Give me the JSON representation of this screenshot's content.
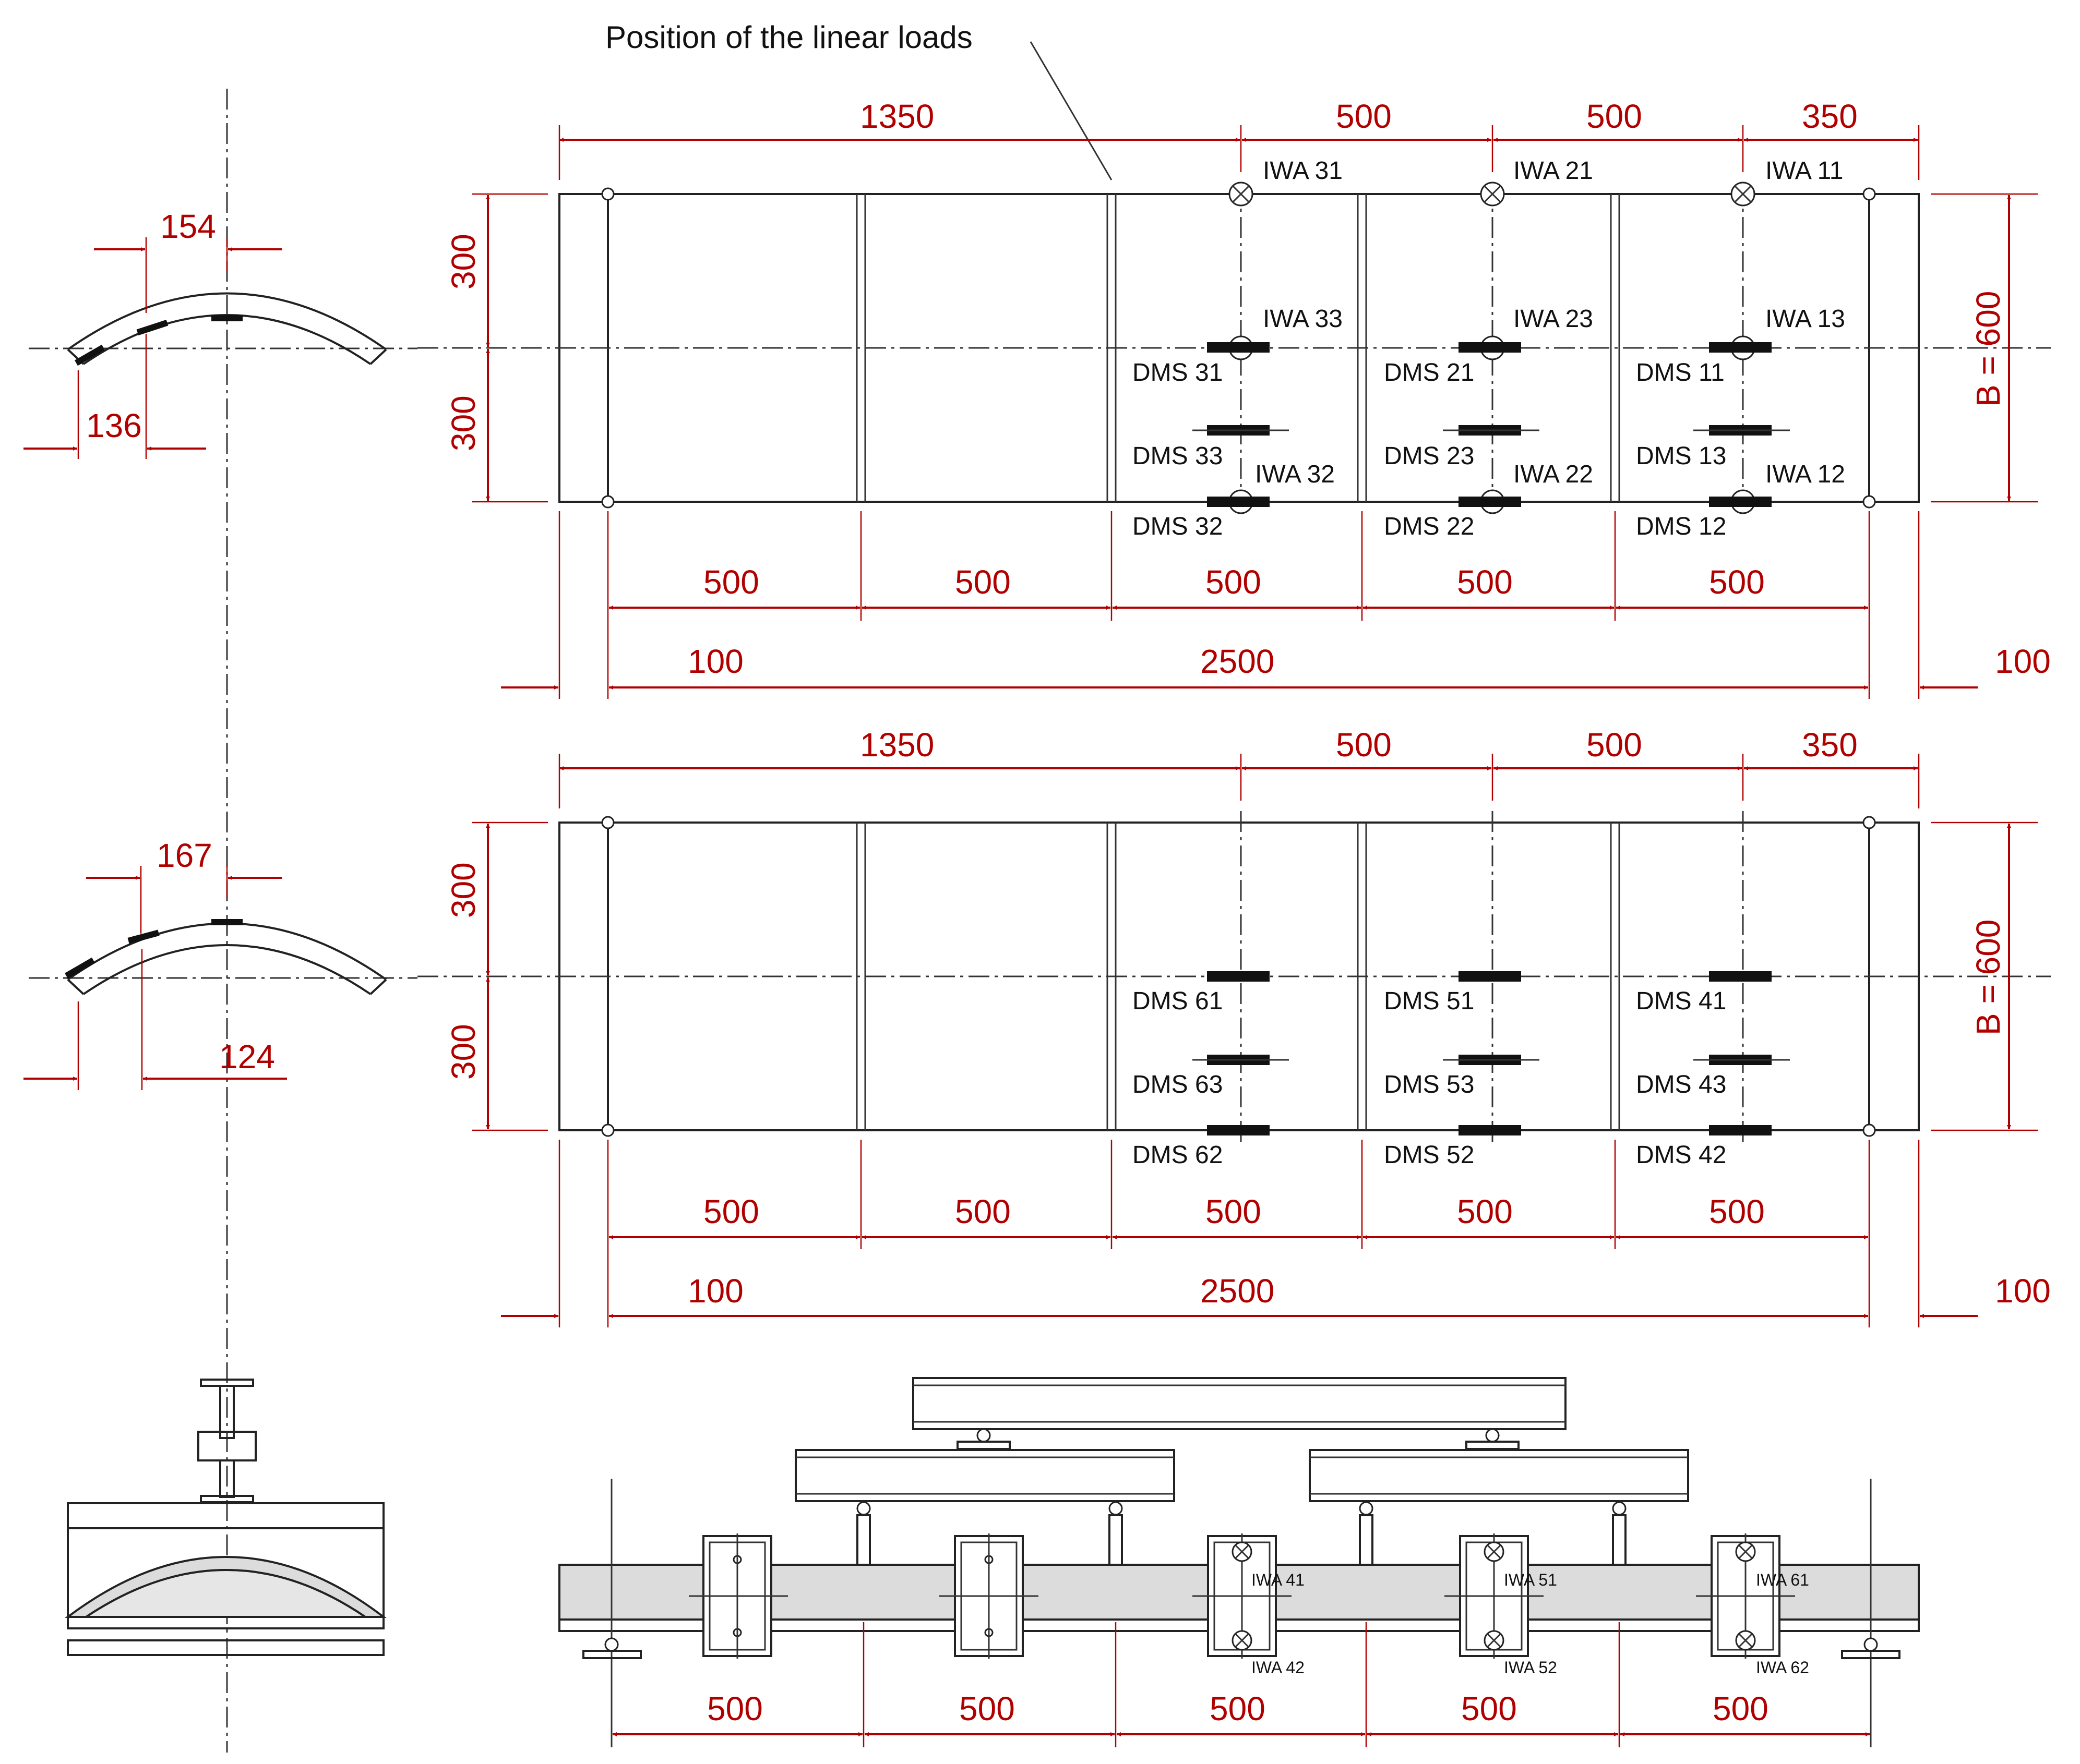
{
  "title": "Position of the linear loads",
  "dimension_labels": {
    "d1350": "1350",
    "d500": "500",
    "d350": "350",
    "d300": "300",
    "d100": "100",
    "d2500": "2500",
    "width": "B = 600",
    "s154": "154",
    "s136": "136",
    "s167": "167",
    "s124": "124"
  },
  "plan_top": {
    "iwa": [
      "IWA 31",
      "IWA 21",
      "IWA 11",
      "IWA 33",
      "IWA 23",
      "IWA 13",
      "IWA 32",
      "IWA 22",
      "IWA 12"
    ],
    "dms": [
      "DMS 31",
      "DMS 21",
      "DMS 11",
      "DMS 33",
      "DMS 23",
      "DMS 13",
      "DMS 32",
      "DMS 22",
      "DMS 12"
    ]
  },
  "plan_bottom": {
    "dms": [
      "DMS 61",
      "DMS 51",
      "DMS 41",
      "DMS 63",
      "DMS 53",
      "DMS 43",
      "DMS 62",
      "DMS 52",
      "DMS 42"
    ]
  },
  "elevation": {
    "iwa": [
      "IWA 41",
      "IWA 51",
      "IWA 61",
      "IWA 42",
      "IWA 52",
      "IWA 62"
    ]
  }
}
